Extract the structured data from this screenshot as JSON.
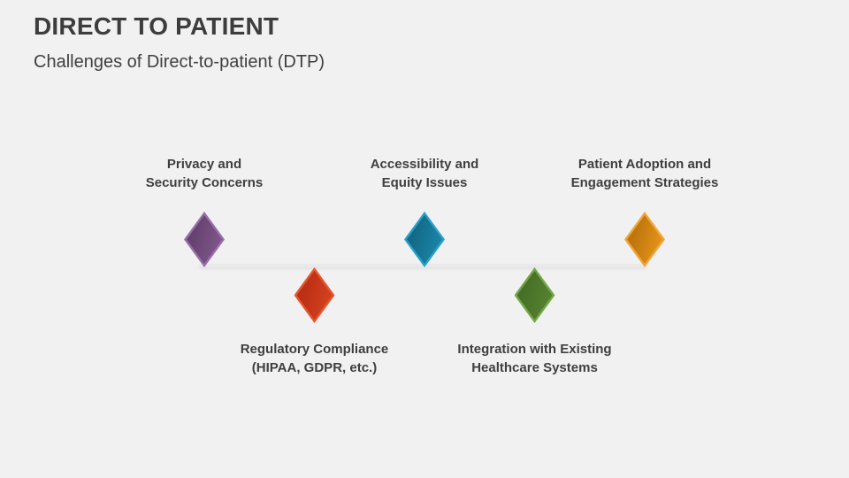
{
  "slide": {
    "title": "DIRECT TO PATIENT",
    "subtitle": "Challenges of Direct-to-patient (DTP)",
    "background_color": "#f1f1f2",
    "text_color": "#3f3f3f"
  },
  "timeline": {
    "line_color": "#e9e9ea",
    "items": [
      {
        "label": "Privacy and\nSecurity Concerns",
        "position": "above",
        "edge_color": "#9a6dab",
        "fill_dark": "#64436f",
        "fill_light": "#84588f"
      },
      {
        "label": "Regulatory Compliance\n(HIPAA, GDPR, etc.)",
        "position": "below",
        "edge_color": "#e4562f",
        "fill_dark": "#bd2f14",
        "fill_light": "#d74521"
      },
      {
        "label": "Accessibility and\nEquity Issues",
        "position": "above",
        "edge_color": "#2a9fc9",
        "fill_dark": "#136a87",
        "fill_light": "#1c89ad"
      },
      {
        "label": "Integration with Existing\nHealthcare Systems",
        "position": "below",
        "edge_color": "#74a748",
        "fill_dark": "#477026",
        "fill_light": "#588532"
      },
      {
        "label": "Patient Adoption and\nEngagement Strategies",
        "position": "above",
        "edge_color": "#f2a53c",
        "fill_dark": "#bd760c",
        "fill_light": "#e9981a"
      }
    ]
  }
}
